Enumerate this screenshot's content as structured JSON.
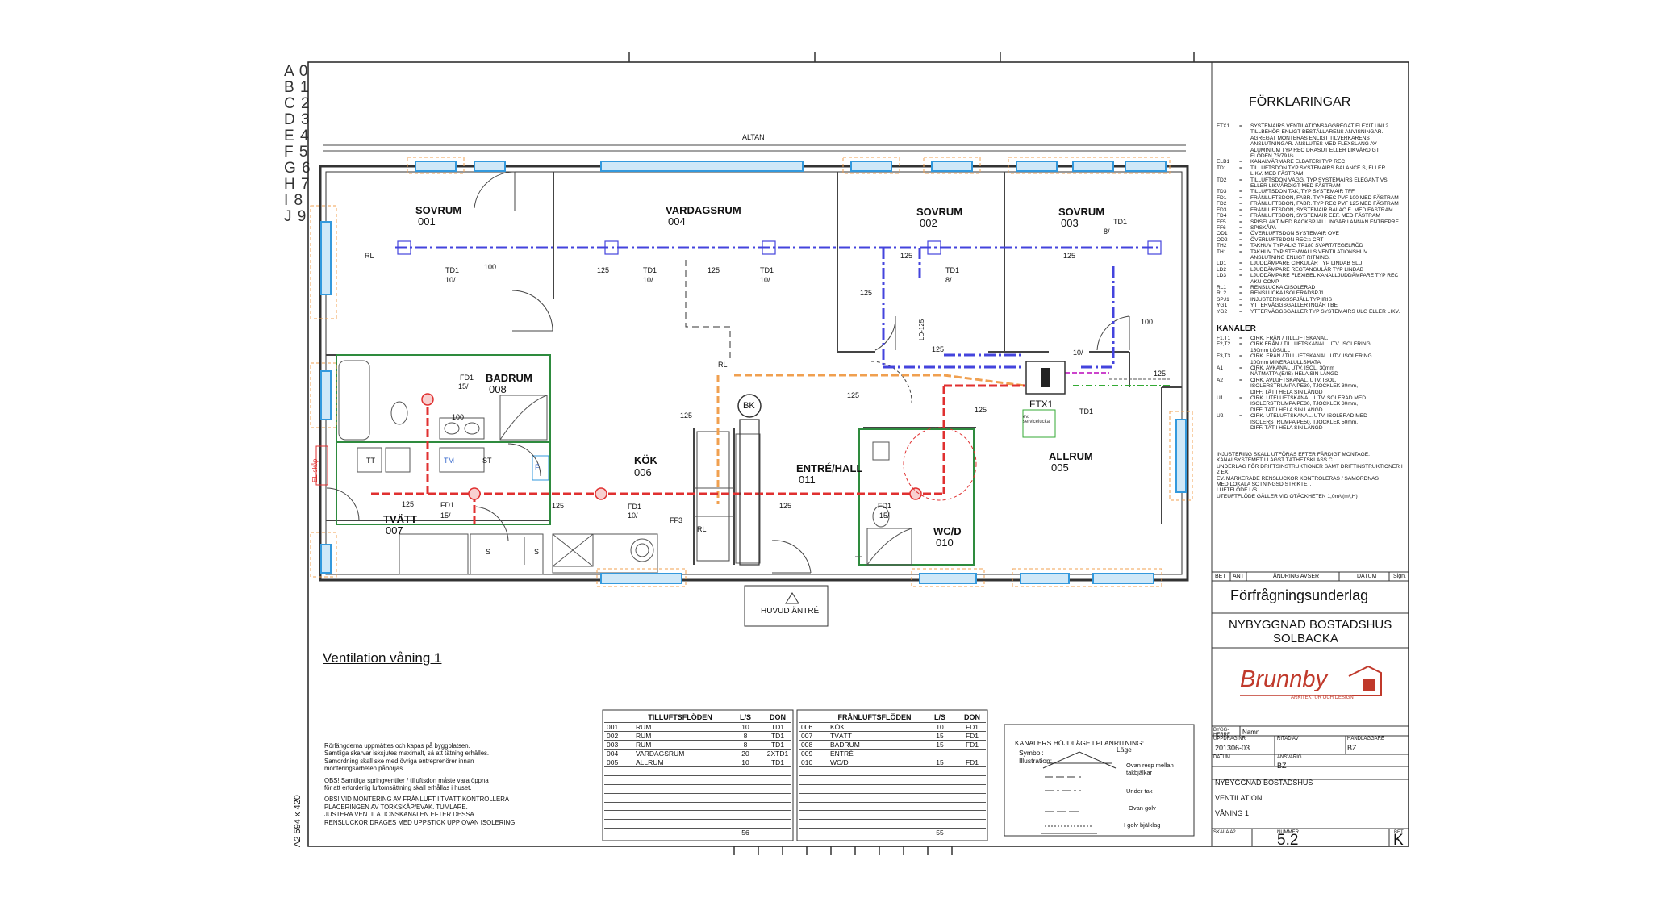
{
  "grid_rows": [
    "A 0",
    "B 1",
    "C 2",
    "D 3",
    "E 4",
    "F 5",
    "G 6",
    "H 7",
    "I 8",
    "J 9"
  ],
  "plan": {
    "altan": "ALTAN",
    "rooms": [
      {
        "name": "SOVRUM",
        "num": "001"
      },
      {
        "name": "VARDAGSRUM",
        "num": "004"
      },
      {
        "name": "SOVRUM",
        "num": "002"
      },
      {
        "name": "SOVRUM",
        "num": "003"
      },
      {
        "name": "BADRUM",
        "num": "008"
      },
      {
        "name": "KÖK",
        "num": "006"
      },
      {
        "name": "ENTRÉ/HALL",
        "num": "011"
      },
      {
        "name": "ALLRUM",
        "num": "005"
      },
      {
        "name": "TVÄTT",
        "num": "007"
      },
      {
        "name": "WC/D",
        "num": "010"
      }
    ],
    "labels": {
      "rl": "RL",
      "td1": "TD1",
      "fd1": "FD1",
      "ff3": "FF3",
      "ftx1": "FTX1",
      "bk": "BK",
      "tt": "TT",
      "tm": "TM",
      "st": "ST",
      "s": "S",
      "f": "F",
      "el": "EL-skåp",
      "v100": "100",
      "v125": "125",
      "v10": "10/",
      "v8": "8/",
      "v15": "15/",
      "ld125": "LD-125",
      "service": "ev. servicelucka",
      "huvud": "HUVUD ÄNTRÉ"
    }
  },
  "heading": "Ventilation våning 1",
  "notes": [
    "Rörlängderna uppmättes och kapas på byggplatsen.",
    "Samtliga skarvar isksjutes maximalt, så att tätning erhålles.",
    "Samordning skall ske med övriga entreprenörer innan",
    "monteringsarbeten påbörjas.",
    "",
    "OBS! Samtliga springventiler / tilluftsdon måste vara öppna",
    "för att erforderlig luftomsättning skall erhållas i huset.",
    "",
    "OBS! VID MONTERING AV FRÅNLUFT I TVÄTT KONTROLLERA",
    "PLACERINGEN AV TORKSKÅP/EVAK. TUMLARE.",
    "JUSTERA VENTILATIONSKANALEN EFTER DESSA.",
    "RENSLUCKOR DRAGES MED UPPSTICK UPP OVAN ISOLERING"
  ],
  "sheet_format": "A2 594 x 420",
  "tilluft_table": {
    "headers": [
      "",
      "TILLUFTSFLÖDEN",
      "L/S",
      "DON"
    ],
    "rows": [
      [
        "001",
        "RUM",
        "10",
        "TD1"
      ],
      [
        "002",
        "RUM",
        "8",
        "TD1"
      ],
      [
        "003",
        "RUM",
        "8",
        "TD1"
      ],
      [
        "004",
        "VARDAGSRUM",
        "20",
        "2XTD1"
      ],
      [
        "005",
        "ALLRUM",
        "10",
        "TD1"
      ]
    ],
    "total": "56"
  },
  "franluft_table": {
    "headers": [
      "",
      "FRÅNLUFTSFLÖDEN",
      "L/S",
      "DON"
    ],
    "rows": [
      [
        "006",
        "KÖK",
        "10",
        "FD1"
      ],
      [
        "007",
        "TVÄTT",
        "15",
        "FD1"
      ],
      [
        "008",
        "BADRUM",
        "15",
        "FD1"
      ],
      [
        "009",
        "ENTRÉ",
        "",
        ""
      ],
      [
        "010",
        "WC/D",
        "15",
        "FD1"
      ]
    ],
    "total": "55"
  },
  "kanal_legend": {
    "title": "KANALERS HÖJDLÄGE I PLANRITNING:",
    "symbol": "Symbol:",
    "illustration": "Illustration:",
    "lage": "Läge",
    "ovan": "Ovan resp mellan takbjälkar",
    "under": "Under tak",
    "golv": "Ovan golv",
    "golvbjalk": "I golv bjälklag"
  },
  "forklaringar": {
    "title": "FÖRKLARINGAR",
    "items": [
      [
        "FTX1",
        "=",
        "SYSTEMAIRS VENTILATIONSAGGREGAT FLEXIT UNI 2."
      ],
      [
        "",
        "",
        "TILLBEHÖR ENLIGT BESTÄLLARENS ANVISNINGAR."
      ],
      [
        "",
        "",
        "AGREGAT MONTERAS ENLIGT TILVERKARENS"
      ],
      [
        "",
        "",
        "ANSLUTNINGAR. ANSLUTES MED FLEXSLANG AV"
      ],
      [
        "",
        "",
        "ALUMINIUM TYP REC DRASUT ELLER LIKVÄRDIGT"
      ],
      [
        "",
        "",
        "FLÖDEN 73/79 l/s."
      ],
      [
        "ELB1",
        "=",
        "KANALVÄRMARE ELBATERI TYP REC"
      ],
      [
        "TD1",
        "=",
        "TILLUFTSDON TYP SYSTEMAIRS BALANCE S, ELLER"
      ],
      [
        "",
        "",
        "LIKV. MED FÄSTRAM"
      ],
      [
        "TD2",
        "=",
        "TILLUFTSDON VÄGG, TYP SYSTEMAIRS ELEGANT VS,"
      ],
      [
        "",
        "",
        "ELLER LIKVÄRDIGT MED FÄSTRAM"
      ],
      [
        "TD3",
        "=",
        "TILLUFTSDON TAK, TYP SYSTEMAIR TFF"
      ],
      [
        "FD1",
        "=",
        "FRÅNLUFTSDON, FABR. TYP REC PVF 100 MED FÄSTRAM"
      ],
      [
        "FD2",
        "=",
        "FRÅNLUFTSDON, FABR. TYP REC PVF 125 MED FÄSTRAM"
      ],
      [
        "FD3",
        "=",
        "FRÅNLUFTSDON, SYSTEMAIR BALAC E. MED FÄSTRAM"
      ],
      [
        "FD4",
        "=",
        "FRÅNLUFTSDON, SYSTEMAIR EEF. MED FÄSTRAM"
      ],
      [
        "FF5",
        "=",
        "SPISFLÄKT MED BACKSPJÄLL INGÅR I ANNAN ENTREPRE."
      ],
      [
        "FF6",
        "=",
        "SPISKÅPA"
      ],
      [
        "OD1",
        "=",
        "ÖVERLUFTSDON SYSTEMAIR OVE"
      ],
      [
        "OD2",
        "=",
        "ÖVERLUFTSDON REC:s CRT"
      ],
      [
        "TH2",
        "=",
        "TAKHUV TYP ALIG TP180 SVART/TEGELRÖD"
      ],
      [
        "TH1",
        "=",
        "TAKHUV TYP STENWALLS VENTILATIONSHUV"
      ],
      [
        "",
        "",
        "ANSLUTNING ENLIGT RITNING."
      ],
      [
        "LD1",
        "=",
        "LJUDDÄMPARE CIRKULÄR TYP LINDAB SLU"
      ],
      [
        "LD2",
        "=",
        "LJUDDÄMPARE REGTANGULÄR TYP LINDAB"
      ],
      [
        "LD3",
        "=",
        "LJUDDÄMPARE FLEXIBEL KANALLJUDDÄMPARE TYP REC"
      ],
      [
        "",
        "",
        "AKU-COMP"
      ],
      [
        "RL1",
        "=",
        "RENSLUCKA OISOLERAD"
      ],
      [
        "RL2",
        "=",
        "RENSLUCKA ISOLERADSPJ1"
      ],
      [
        "SPJ1",
        "=",
        "INJUSTERINGSSPJÄLL TYP IRIS"
      ],
      [
        "YG1",
        "=",
        "YTTERVÄGGSGALLER INGÅR I BE"
      ],
      [
        "YG2",
        "=",
        "YTTERVÄGGSGALLER TYP SYSTEMAIRS ULG ELLER LIKV."
      ]
    ],
    "kanaler_title": "KANALER",
    "kanaler": [
      [
        "F1,T1",
        "=",
        "CIRK. FRÅN / TILLUFTSKANAL."
      ],
      [
        "F2,T2",
        "=",
        "CIRK FRÅN / TILLUFTSKANAL. UTV. ISOLERING"
      ],
      [
        "",
        "",
        "180mm LÖSULL"
      ],
      [
        "F3,T3",
        "=",
        "CIRK. FRÅN / TILLUFTSKANAL. UTV. ISOLERING"
      ],
      [
        "",
        "",
        "100mm MINERALULLSMATA"
      ],
      [
        "A1",
        "=",
        "CIRK. AVKANAL UTV. ISOL. 30mm"
      ],
      [
        "",
        "",
        "NÄTMATTA (E/IS) HELA SIN LÄNGD"
      ],
      [
        "A2",
        "=",
        "CIRK. AVLUFTSKANAL. UTV. ISOL."
      ],
      [
        "",
        "",
        "ISOLERSTRUMPA PE30, TJOCKLEK 30mm,"
      ],
      [
        "",
        "",
        "DIFF. TÄT I HELA SIN LÄNGD"
      ],
      [
        "U1",
        "=",
        "CIRK. UTELUFTSKANAL. UTV. SOLERAD MED"
      ],
      [
        "",
        "",
        "ISOLERSTRUMPA PE30, TJOCKLEK 30mm,"
      ],
      [
        "",
        "",
        "DIFF. TÄT I HELA SIN LÄNGD"
      ],
      [
        "U2",
        "=",
        "CIRK. UTELUFTSKANAL. UTV. ISOLERAD MED"
      ],
      [
        "",
        "",
        "ISOLERSTRUMPA PE50, TJOCKLEK 50mm."
      ],
      [
        "",
        "",
        "DIFF. TÄT I HELA SIN LÄNGD"
      ]
    ],
    "injustering": [
      "INJUSTERING SKALL UTFÖRAS EFTER FÄRDIGT MONTAGE.",
      "KANALSYSTEMET I LÄGST TÄTHETSKLASS C.",
      "UNDERLAG FÖR DRIFTSINSTRUKTIONER SAMT DRIFTINSTRUKTIONER I 2 EX.",
      "EV. MARKERADE RENSLUCKOR KONTROLERAS / SAMORDNAS",
      "MED LOKALA SOTNINGSDISTRIKTET.",
      "LUFTFLÖDE L/S",
      "UTEUFTFLÖDE GÄLLER VID OTÄCKHETEN 1,0m³/(m²,H)"
    ]
  },
  "revision_header": [
    "BET",
    "ANT",
    "ÄNDRING AVSER",
    "DATUM",
    "Sign."
  ],
  "title_block": {
    "status": "Förfrågningsunderlag",
    "project_line1": "NYBYGGNAD BOSTADSHUS",
    "project_line2": "SOLBACKA",
    "logo": "Brunnby",
    "logo_sub": "ARKITEKTUR OCH DESIGN",
    "bygg_label": "BYGG-HERRE",
    "bygg_value": "Namn",
    "uppdrag_label": "UPPDRAG NR",
    "uppdrag_value": "201306-03",
    "ritad_label": "RITAD AV",
    "handl_label": "HANDLÄGGARE",
    "handl_value": "BZ",
    "datum_label": "DATUM",
    "ansvarig_label": "ANSVARIG",
    "ansvarig_value": "BZ",
    "desc1": "NYBYGGNAD BOSTADSHUS",
    "desc2": "VENTILATION",
    "desc3": "VÅNING 1",
    "skala_label": "SKALA A2",
    "nummer_label": "NUMMER",
    "nummer_value": "5.2",
    "bet_label": "BET",
    "bet_value": "K"
  },
  "colors": {
    "supply": "#4444dd",
    "exhaust": "#e03030",
    "extract_orange": "#f0a050",
    "outdoor": "#33aa33",
    "window": "#3399dd",
    "wetroom": "#2e8b3e"
  }
}
